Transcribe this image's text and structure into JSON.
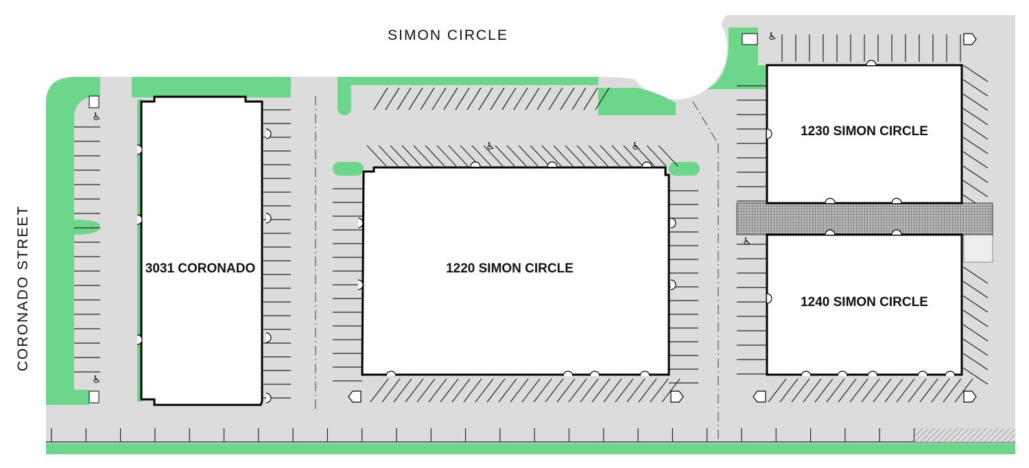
{
  "streets": {
    "north": "SIMON CIRCLE",
    "west": "CORONADO STREET"
  },
  "buildings": [
    {
      "id": "3031",
      "label": "3031 CORONADO"
    },
    {
      "id": "1220",
      "label": "1220 SIMON CIRCLE"
    },
    {
      "id": "1230",
      "label": "1230 SIMON CIRCLE"
    },
    {
      "id": "1240",
      "label": "1240 SIMON CIRCLE"
    }
  ],
  "colors": {
    "landscape": "#6cd68b",
    "paving": "#dcdcdc",
    "building": "#ffffff",
    "outline": "#000000"
  },
  "icons": {
    "accessible_parking": "wheelchair-icon",
    "trash_enclosure": "dumpster-icon"
  }
}
